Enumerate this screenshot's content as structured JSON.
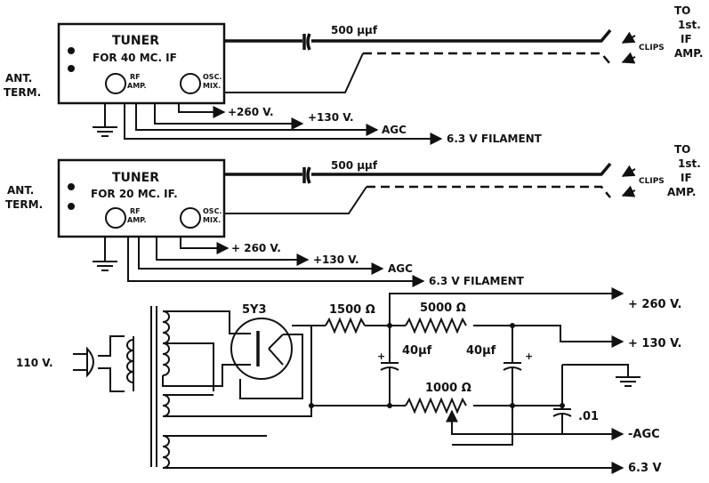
{
  "tuner1": {
    "ant_label": [
      "ANT.",
      "TERM."
    ],
    "title": "TUNER",
    "subtitle": "FOR 40 MC. IF",
    "rf_label": [
      "RF",
      "AMP."
    ],
    "osc_label": [
      "OSC.",
      "MIX."
    ],
    "cap_label": "500 μμf",
    "clips": "CLIPS",
    "dest": [
      "TO",
      "1st.",
      "IF",
      "AMP."
    ],
    "b_plus": "+260 V.",
    "b_mid": "+130 V.",
    "agc": "AGC",
    "filament": "6.3 V FILAMENT"
  },
  "tuner2": {
    "ant_label": [
      "ANT.",
      "TERM."
    ],
    "title": "TUNER",
    "subtitle": "FOR 20 MC. IF.",
    "rf_label": [
      "RF",
      "AMP."
    ],
    "osc_label": [
      "OSC.",
      "MIX."
    ],
    "cap_label": "500 μμf",
    "clips": "CLIPS",
    "dest": [
      "TO",
      "1st.",
      "IF",
      "AMP."
    ],
    "b_plus": "+ 260 V.",
    "b_mid": "+130 V.",
    "agc": "AGC",
    "filament": "6.3 V FILAMENT"
  },
  "supply": {
    "ac_in": "110 V.",
    "rectifier": "5Y3",
    "r1": "1500 Ω",
    "r2": "5000 Ω",
    "r3": "1000 Ω",
    "c1": "40μf",
    "c2": "40μf",
    "c3": ".01",
    "out_hi": "+ 260 V.",
    "out_mid": "+ 130 V.",
    "out_agc": "-AGC",
    "out_fil": "6.3 V"
  }
}
